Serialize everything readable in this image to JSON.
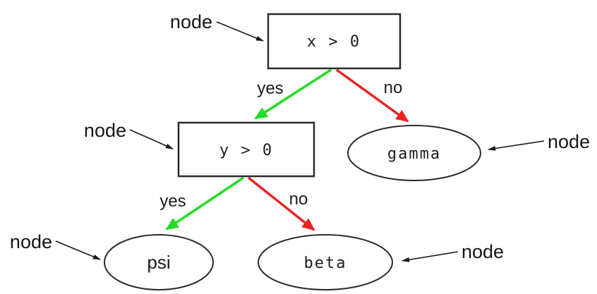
{
  "diagram": {
    "type": "decision-tree",
    "background": "#ffffff",
    "annotation_label": "node",
    "nodes": [
      {
        "id": "root",
        "label": "x > 0",
        "shape": "rectangle",
        "kind": "decision"
      },
      {
        "id": "y-check",
        "label": "y > 0",
        "shape": "rectangle",
        "kind": "decision"
      },
      {
        "id": "gamma",
        "label": "gamma",
        "shape": "ellipse",
        "kind": "leaf"
      },
      {
        "id": "psi",
        "label": "psi",
        "shape": "ellipse",
        "kind": "leaf"
      },
      {
        "id": "beta",
        "label": "beta",
        "shape": "ellipse",
        "kind": "leaf"
      }
    ],
    "edges": [
      {
        "from": "root",
        "to": "y-check",
        "label": "yes",
        "color": "#22dd22"
      },
      {
        "from": "root",
        "to": "gamma",
        "label": "no",
        "color": "#ee2222"
      },
      {
        "from": "y-check",
        "to": "psi",
        "label": "yes",
        "color": "#22dd22"
      },
      {
        "from": "y-check",
        "to": "beta",
        "label": "no",
        "color": "#ee2222"
      }
    ],
    "colors": {
      "yes_edge": "#22dd22",
      "no_edge": "#ee2222",
      "node_outline": "#2b2b2b",
      "annotation": "#1a1a1a",
      "text": "#1c1c1c"
    }
  }
}
